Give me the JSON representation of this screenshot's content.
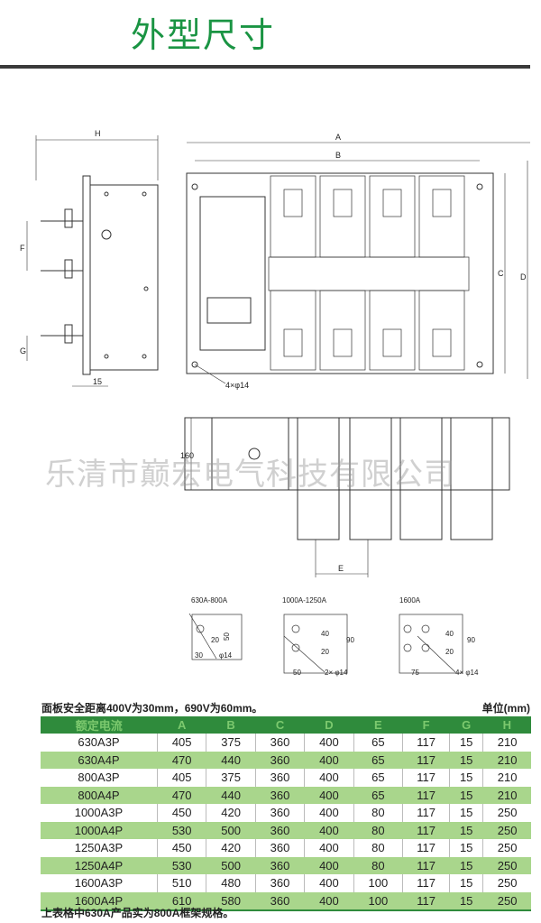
{
  "title": "外型尺寸",
  "watermark": "乐清市巅宏电气科技有限公司",
  "drawing_labels": {
    "H": "H",
    "F": "F",
    "G": "G",
    "side_15": "15",
    "A": "A",
    "B": "B",
    "C": "C",
    "D": "D",
    "holes": "4×φ14",
    "height_160": "160",
    "E": "E"
  },
  "terminal_details": [
    {
      "title": "630A-800A",
      "dims": [
        "50",
        "20",
        "30"
      ],
      "hole": "φ14"
    },
    {
      "title": "1000A-1250A",
      "dims": [
        "90",
        "40",
        "20",
        "50"
      ],
      "hole": "2× φ14"
    },
    {
      "title": "1600A",
      "dims": [
        "90",
        "40",
        "20",
        "75"
      ],
      "hole": "4× φ14"
    }
  ],
  "caption": "面板安全距离400V为30mm，690V为60mm。",
  "unit": "单位(mm)",
  "table": {
    "headers": [
      "额定电流",
      "A",
      "B",
      "C",
      "D",
      "E",
      "F",
      "G",
      "H"
    ],
    "rows": [
      [
        "630A3P",
        "405",
        "375",
        "360",
        "400",
        "65",
        "117",
        "15",
        "210"
      ],
      [
        "630A4P",
        "470",
        "440",
        "360",
        "400",
        "65",
        "117",
        "15",
        "210"
      ],
      [
        "800A3P",
        "405",
        "375",
        "360",
        "400",
        "65",
        "117",
        "15",
        "210"
      ],
      [
        "800A4P",
        "470",
        "440",
        "360",
        "400",
        "65",
        "117",
        "15",
        "210"
      ],
      [
        "1000A3P",
        "450",
        "420",
        "360",
        "400",
        "80",
        "117",
        "15",
        "250"
      ],
      [
        "1000A4P",
        "530",
        "500",
        "360",
        "400",
        "80",
        "117",
        "15",
        "250"
      ],
      [
        "1250A3P",
        "450",
        "420",
        "360",
        "400",
        "80",
        "117",
        "15",
        "250"
      ],
      [
        "1250A4P",
        "530",
        "500",
        "360",
        "400",
        "80",
        "117",
        "15",
        "250"
      ],
      [
        "1600A3P",
        "510",
        "480",
        "360",
        "400",
        "100",
        "117",
        "15",
        "250"
      ],
      [
        "1600A4P",
        "610",
        "580",
        "360",
        "400",
        "100",
        "117",
        "15",
        "250"
      ]
    ]
  },
  "note": "上表格中630A产品实为800A框架规格。"
}
